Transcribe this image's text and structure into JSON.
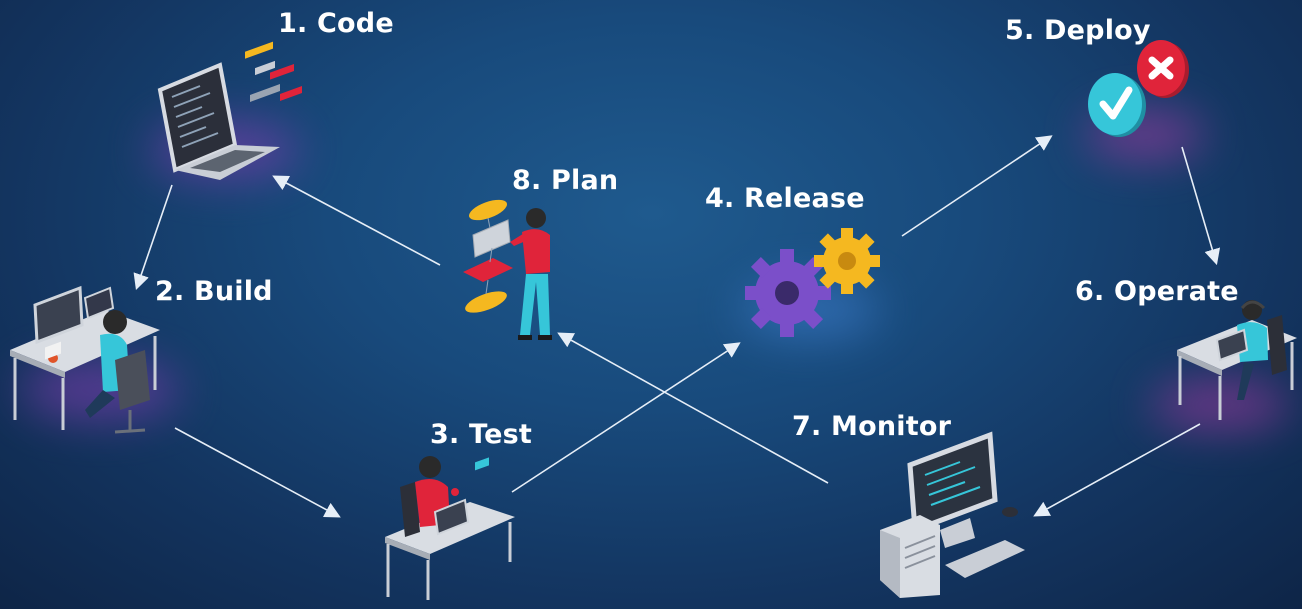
{
  "diagram": {
    "steps": [
      {
        "id": "code",
        "label": "1. Code",
        "icon": "laptop-code-icon"
      },
      {
        "id": "build",
        "label": "2. Build",
        "icon": "developer-desk-icon"
      },
      {
        "id": "test",
        "label": "3. Test",
        "icon": "tester-desk-icon"
      },
      {
        "id": "release",
        "label": "4. Release",
        "icon": "gears-icon"
      },
      {
        "id": "deploy",
        "label": "5. Deploy",
        "icon": "check-cross-icon"
      },
      {
        "id": "operate",
        "label": "6. Operate",
        "icon": "operator-desk-icon"
      },
      {
        "id": "monitor",
        "label": "7. Monitor",
        "icon": "monitor-computer-icon"
      },
      {
        "id": "plan",
        "label": "8. Plan",
        "icon": "planner-flowchart-icon"
      }
    ],
    "colors": {
      "background": "#184a7c",
      "text": "#ffffff",
      "arrow": "#e6eef7",
      "accent_yellow": "#f5b820",
      "accent_red": "#e0243a",
      "accent_cyan": "#36c6d9",
      "accent_purple": "#7b4fc9"
    }
  }
}
